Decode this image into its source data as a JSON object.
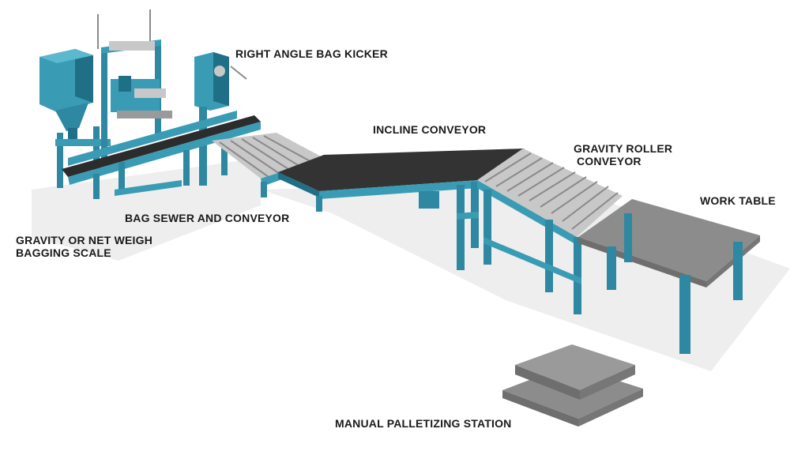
{
  "colors": {
    "frame": "#3a9bb5",
    "frame_dark": "#1f6f86",
    "frame_light": "#5cb8cf",
    "steel": "#9a9a9a",
    "steel_light": "#c8c8c8",
    "belt": "#2c2c2c",
    "table_top": "#8c8c8c",
    "table_edge": "#6e6e6e",
    "shadow": "#e9e9e9",
    "label_text": "#1a1a1a"
  },
  "labels": {
    "bag_kicker": "RIGHT ANGLE BAG KICKER",
    "incline_conveyor": "INCLINE CONVEYOR",
    "gravity_roller_line1": "GRAVITY ROLLER",
    "gravity_roller_line2": "CONVEYOR",
    "work_table": "WORK TABLE",
    "bag_sewer": "BAG SEWER AND CONVEYOR",
    "bagging_scale_line1": "GRAVITY OR NET WEIGH",
    "bagging_scale_line2": "BAGGING SCALE",
    "palletizing": "MANUAL PALLETIZING STATION"
  }
}
